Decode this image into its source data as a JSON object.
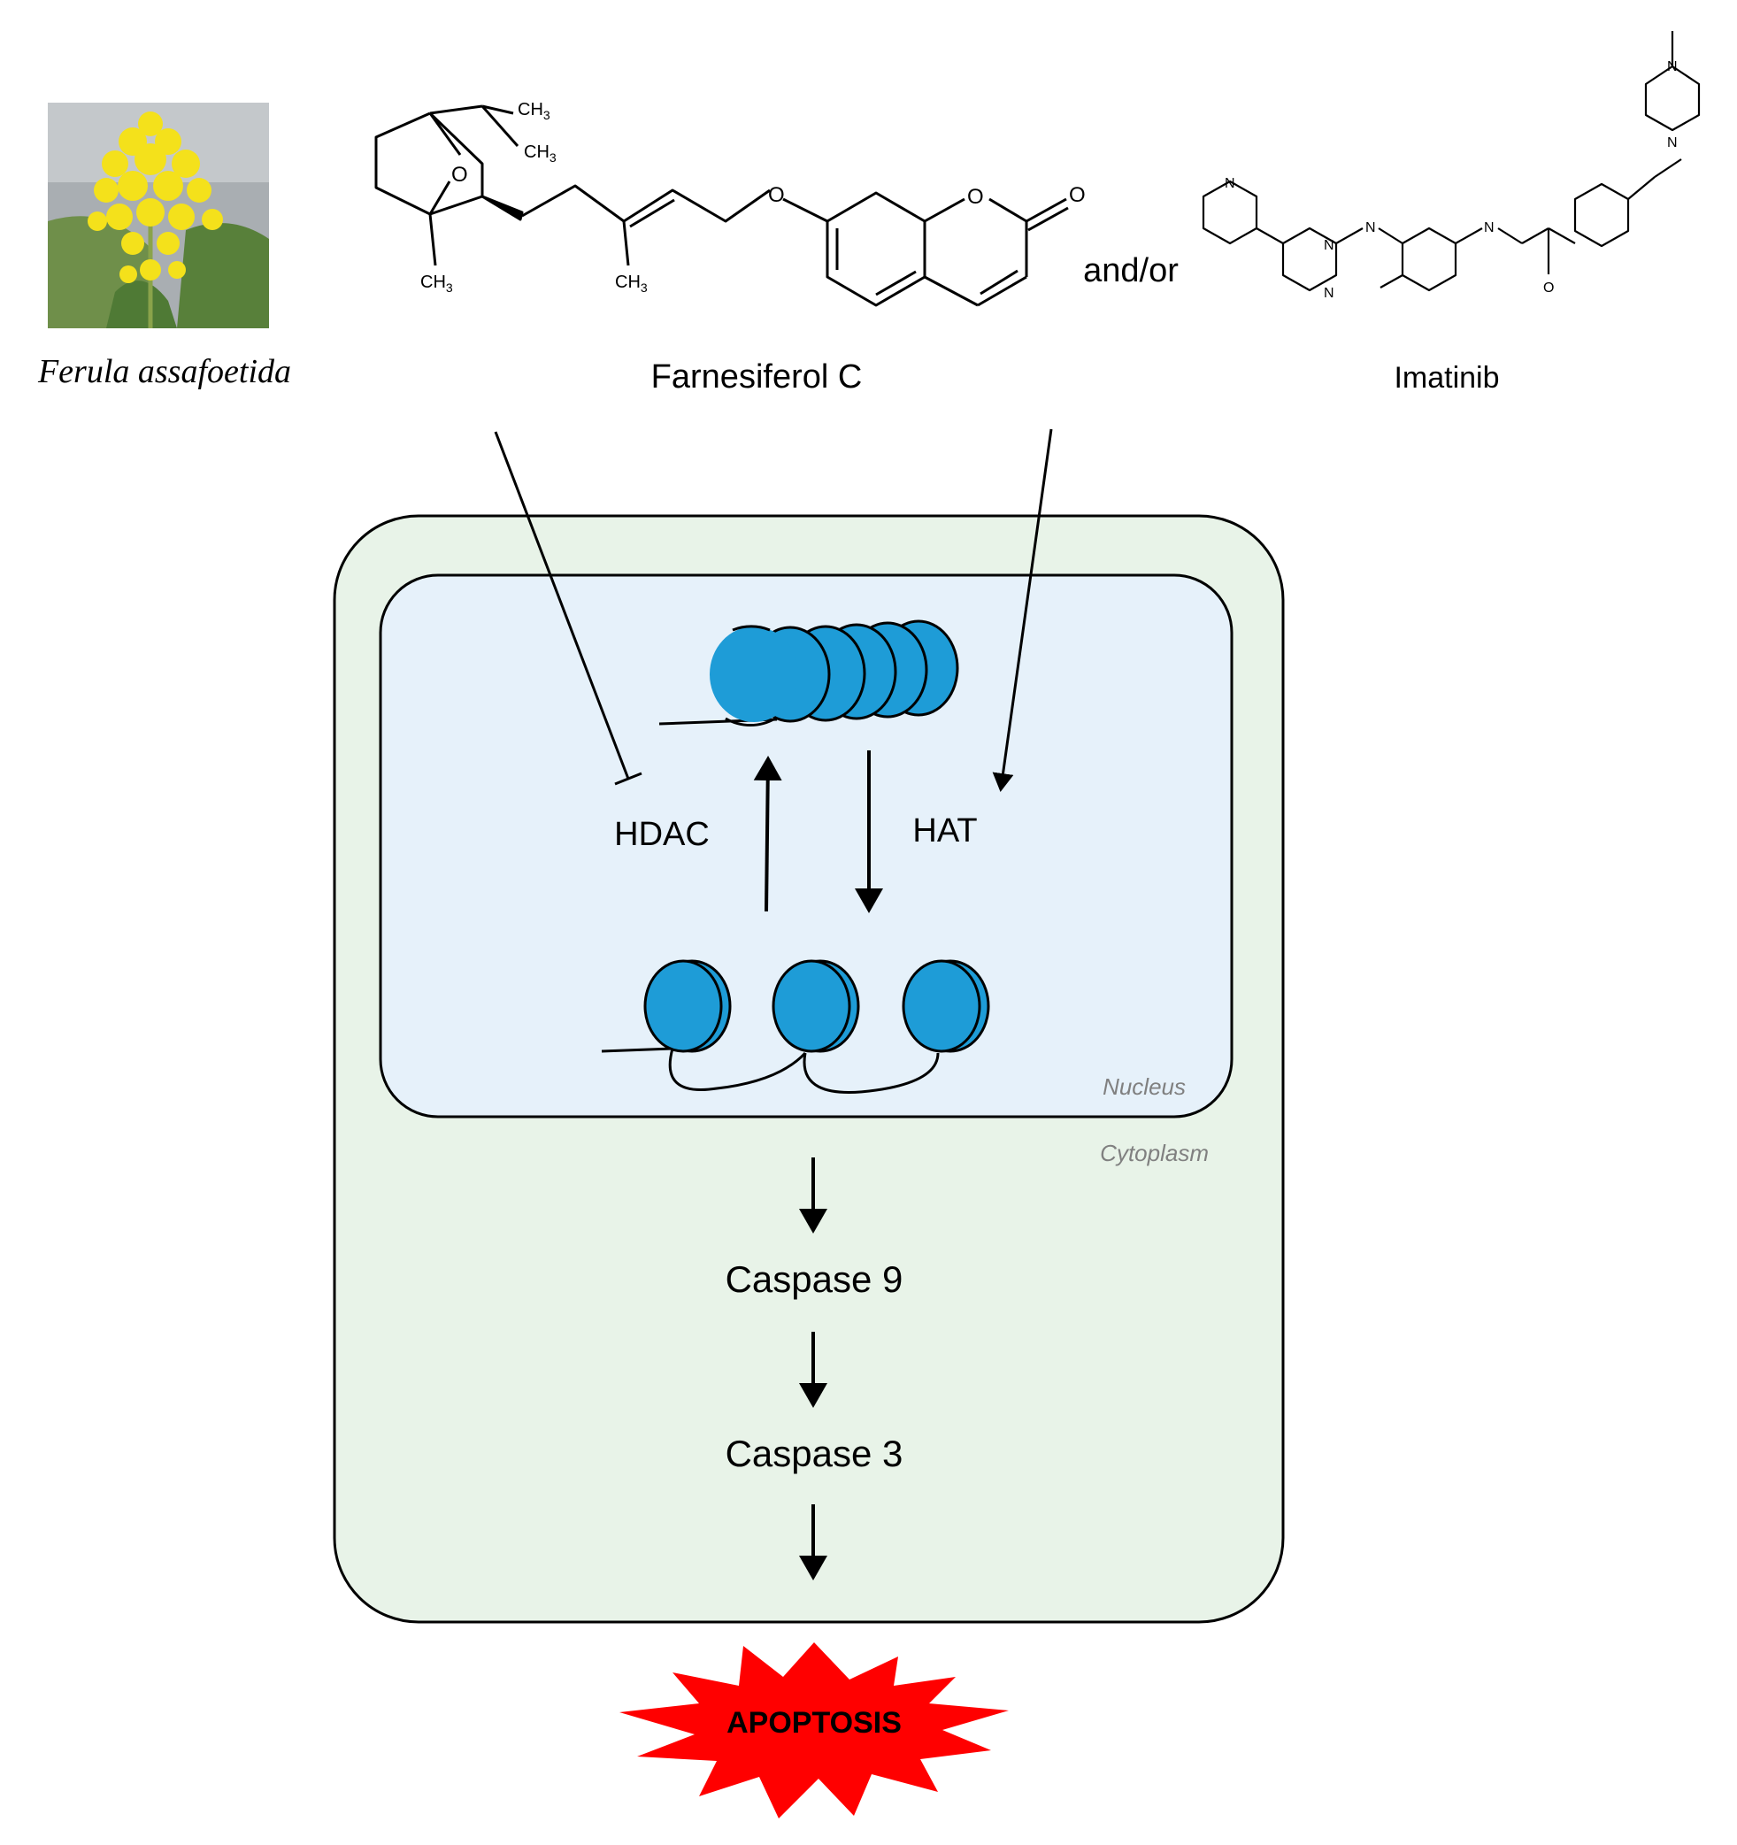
{
  "plant": {
    "name": "Ferula assafoetida",
    "flower_color": "#f4e11b",
    "foliage_color": "#5e8a3c",
    "rock_color": "#a9aeb2"
  },
  "compounds": {
    "farnesiferol": {
      "name": "Farnesiferol C",
      "methyl_labels": [
        "CH3",
        "CH3",
        "CH3",
        "CH3"
      ],
      "oxygen_labels": [
        "O",
        "O",
        "O",
        "O"
      ]
    },
    "connector": "and/or",
    "imatinib": {
      "name": "Imatinib",
      "nitrogen_labels": [
        "N",
        "N",
        "N",
        "N",
        "N",
        "N",
        "N"
      ],
      "oxygen_label": "O"
    }
  },
  "cell": {
    "cytoplasm_label": "Cytoplasm",
    "nucleus_label": "Nucleus",
    "cytoplasm_color": "#e8f3e8",
    "nucleus_color": "#e6f1fa",
    "nucleosome_color": "#1e9cd7"
  },
  "enzymes": {
    "hdac": "HDAC",
    "hat": "HAT"
  },
  "pathway": {
    "steps": [
      "Caspase 9",
      "Caspase 3"
    ],
    "outcome": "APOPTOSIS",
    "outcome_color": "#ff0000"
  }
}
